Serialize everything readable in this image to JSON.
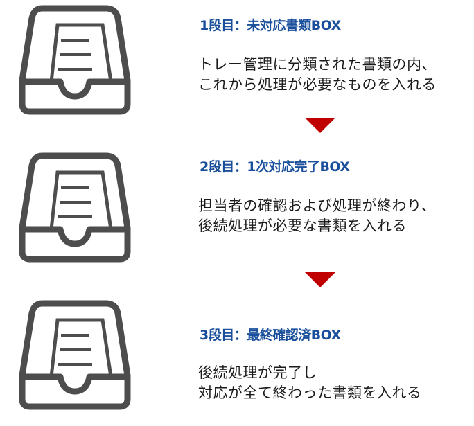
{
  "colors": {
    "title": "#1a4f9c",
    "body_text": "#1a1a1a",
    "icon": "#4d4d4d",
    "arrow": "#c00000"
  },
  "steps": [
    {
      "icon": "document-tray-icon",
      "title": "1段目：未対応書類BOX",
      "lines": [
        "トレー管理に分類された書類の内、",
        "これから処理が必要なものを入れる"
      ]
    },
    {
      "icon": "document-tray-icon",
      "title": "2段目：1次対応完了BOX",
      "lines": [
        "担当者の確認および処理が終わり、",
        "後続処理が必要な書類を入れる"
      ]
    },
    {
      "icon": "document-tray-icon",
      "title": "3段目：最終確認済BOX",
      "lines": [
        "後続処理が完了し",
        "対応が全て終わった書類を入れる"
      ]
    }
  ],
  "connectors": [
    "down-arrow-icon",
    "down-arrow-icon"
  ]
}
